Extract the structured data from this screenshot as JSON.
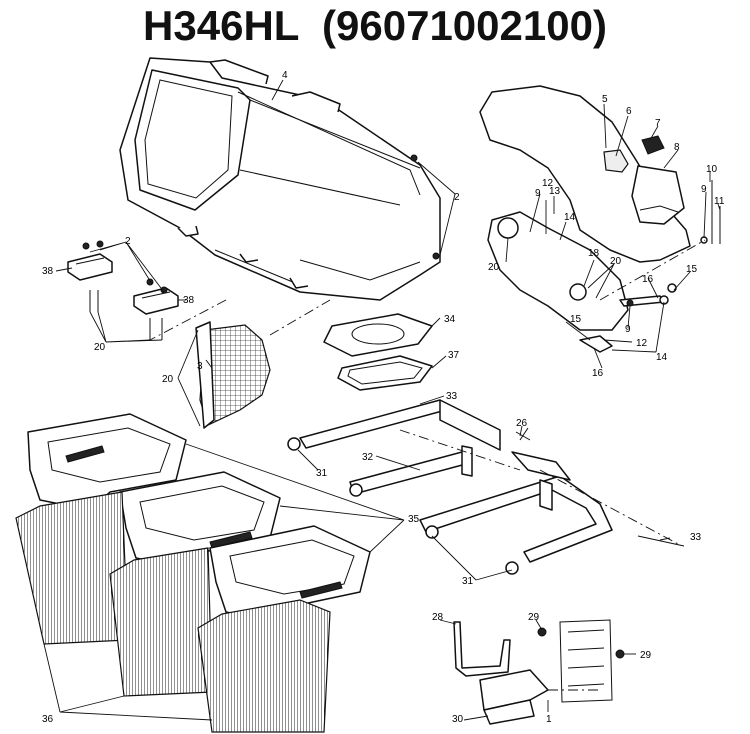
{
  "title": {
    "model": "H346HL",
    "part_number": "(96071002100)"
  },
  "callouts": {
    "c1": "1",
    "c2a": "2",
    "c2b": "2",
    "c3": "3",
    "c4": "4",
    "c5": "5",
    "c6": "6",
    "c7": "7",
    "c8": "8",
    "c9a": "9",
    "c9b": "9",
    "c9c": "9",
    "c10": "10",
    "c11": "11",
    "c12a": "12",
    "c12b": "12",
    "c13": "13",
    "c14a": "14",
    "c14b": "14",
    "c15a": "15",
    "c15b": "15",
    "c16a": "16",
    "c16b": "16",
    "c18": "18",
    "c20a": "20",
    "c20b": "20",
    "c20c": "20",
    "c20d": "20",
    "c26": "26",
    "c28": "28",
    "c29a": "29",
    "c29b": "29",
    "c30": "30",
    "c31a": "31",
    "c31b": "31",
    "c32": "32",
    "c33a": "33",
    "c33b": "33",
    "c34": "34",
    "c35": "35",
    "c36": "36",
    "c37": "37",
    "c38a": "38",
    "c38b": "38"
  }
}
